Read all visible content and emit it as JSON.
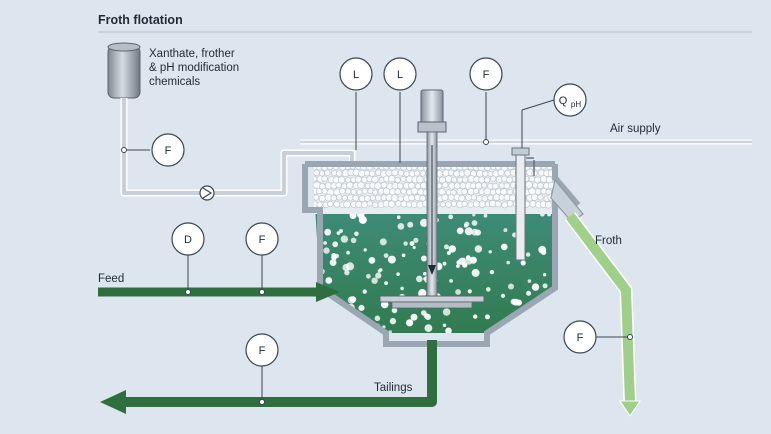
{
  "title": "Froth flotation",
  "chemicals": {
    "line1": "Xanthate, frother",
    "line2": "& pH modification",
    "line3": "chemicals"
  },
  "labels": {
    "feed": "Feed",
    "tailings": "Tailings",
    "froth": "Froth",
    "air_supply": "Air supply"
  },
  "instruments": {
    "chem_flow": "F",
    "level_1": "L",
    "level_2": "L",
    "air_flow": "F",
    "ph_q": "Q",
    "ph_sub": "pH",
    "feed_density": "D",
    "feed_flow": "F",
    "tailings_flow": "F",
    "froth_flow": "F"
  },
  "colors": {
    "background": "#dde6ee",
    "feed_pipe": "#2e6e3f",
    "froth_pipe": "#9fd08a",
    "slurry": "#3d8a5e",
    "froth_foam": "#f1f4f7",
    "tank_wall": "#a9b4be",
    "instrument_stroke": "#3a4652"
  }
}
